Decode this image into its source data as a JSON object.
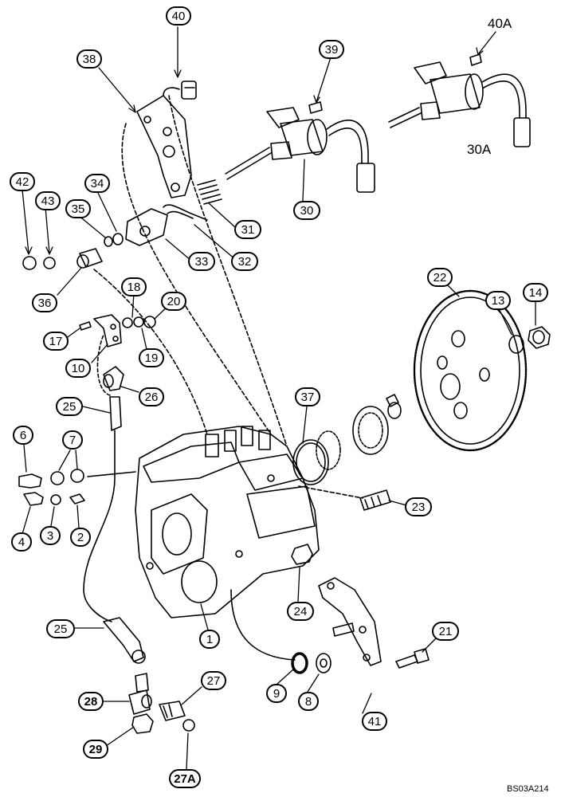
{
  "callouts": [
    {
      "id": "c40",
      "text": "40"
    },
    {
      "id": "c38",
      "text": "38"
    },
    {
      "id": "c39",
      "text": "39"
    },
    {
      "id": "c42",
      "text": "42"
    },
    {
      "id": "c43",
      "text": "43"
    },
    {
      "id": "c34",
      "text": "34"
    },
    {
      "id": "c35",
      "text": "35"
    },
    {
      "id": "c30",
      "text": "30"
    },
    {
      "id": "c31",
      "text": "31"
    },
    {
      "id": "c32",
      "text": "32"
    },
    {
      "id": "c33",
      "text": "33"
    },
    {
      "id": "c36",
      "text": "36"
    },
    {
      "id": "c18",
      "text": "18"
    },
    {
      "id": "c20",
      "text": "20"
    },
    {
      "id": "c17",
      "text": "17"
    },
    {
      "id": "c19",
      "text": "19"
    },
    {
      "id": "c10",
      "text": "10"
    },
    {
      "id": "c22",
      "text": "22"
    },
    {
      "id": "c13",
      "text": "13"
    },
    {
      "id": "c14",
      "text": "14"
    },
    {
      "id": "c26",
      "text": "26"
    },
    {
      "id": "c25a",
      "text": "25"
    },
    {
      "id": "c37",
      "text": "37"
    },
    {
      "id": "c6",
      "text": "6"
    },
    {
      "id": "c7",
      "text": "7"
    },
    {
      "id": "c23",
      "text": "23"
    },
    {
      "id": "c4",
      "text": "4"
    },
    {
      "id": "c3",
      "text": "3"
    },
    {
      "id": "c2",
      "text": "2"
    },
    {
      "id": "c24",
      "text": "24"
    },
    {
      "id": "c25b",
      "text": "25"
    },
    {
      "id": "c1",
      "text": "1"
    },
    {
      "id": "c21",
      "text": "21"
    },
    {
      "id": "c9",
      "text": "9"
    },
    {
      "id": "c8",
      "text": "8"
    },
    {
      "id": "c28",
      "text": "28"
    },
    {
      "id": "c27",
      "text": "27"
    },
    {
      "id": "c41",
      "text": "41"
    },
    {
      "id": "c29",
      "text": "29"
    },
    {
      "id": "c27a",
      "text": "27A"
    }
  ],
  "plain_labels": {
    "label_40a": "40A",
    "label_30a": "30A"
  },
  "figure_code": "BS03A214"
}
